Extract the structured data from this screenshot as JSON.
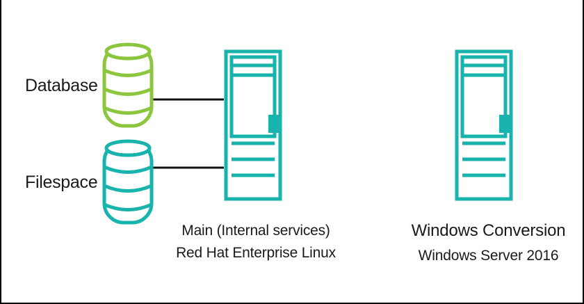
{
  "colors": {
    "database": "#8cc63f",
    "filespace": "#17b3ac",
    "server": "#17b3ac",
    "connector": "#111111"
  },
  "labels": {
    "database": "Database",
    "filespace": "Filespace"
  },
  "servers": {
    "main": {
      "name": "Main (Internal services)",
      "os": "Red Hat Enterprise Linux"
    },
    "windows": {
      "name": "Windows Conversion",
      "os": "Windows Server 2016"
    }
  }
}
